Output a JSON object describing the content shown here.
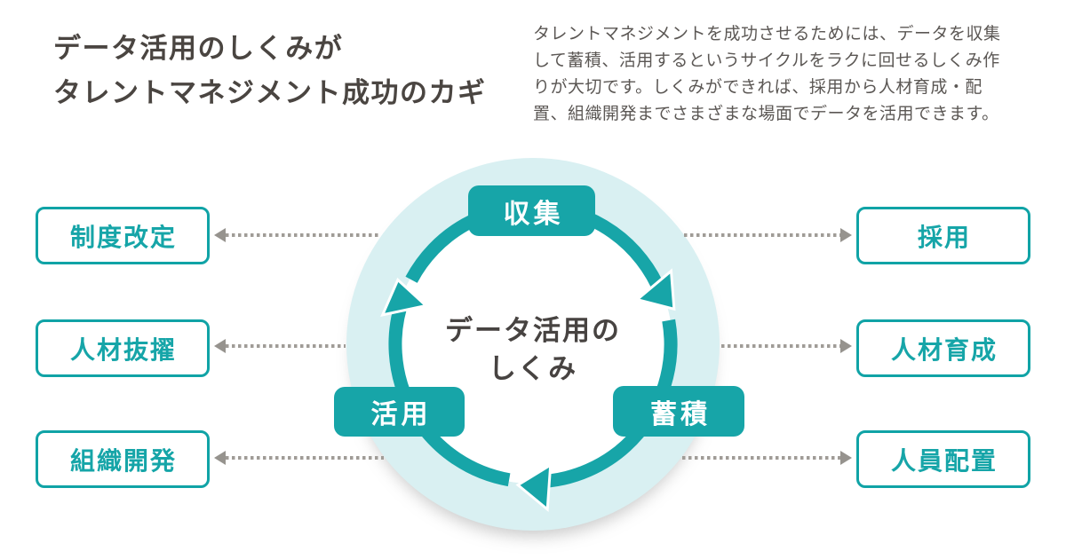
{
  "header": {
    "title": "データ活用のしくみが\nタレントマネジメント成功のカギ",
    "description": "タレントマネジメントを成功させるためには、データを収集\nして蓄積、活用するというサイクルをラクに回せるしくみ作\nりが大切です。しくみができれば、採用から人材育成・配\n置、組織開発までさまざまな場面でデータを活用できます。"
  },
  "cycle": {
    "center_label": "データ活用の\nしくみ",
    "steps": [
      {
        "label": "収集",
        "position": "top"
      },
      {
        "label": "蓄積",
        "position": "bottom-right"
      },
      {
        "label": "活用",
        "position": "bottom-left"
      }
    ],
    "direction": "clockwise"
  },
  "left_items": [
    {
      "label": "制度改定"
    },
    {
      "label": "人材抜擢"
    },
    {
      "label": "組織開発"
    }
  ],
  "right_items": [
    {
      "label": "採用"
    },
    {
      "label": "人材育成"
    },
    {
      "label": "人員配置"
    }
  ],
  "colors": {
    "accent_teal": "#17a5a8",
    "light_teal_circle": "#d9f0f2",
    "box_border_teal": "#10a3a6",
    "title_text": "#4a4541",
    "body_text": "#5b5754",
    "dotted_arrow_gray": "#a09c97"
  }
}
